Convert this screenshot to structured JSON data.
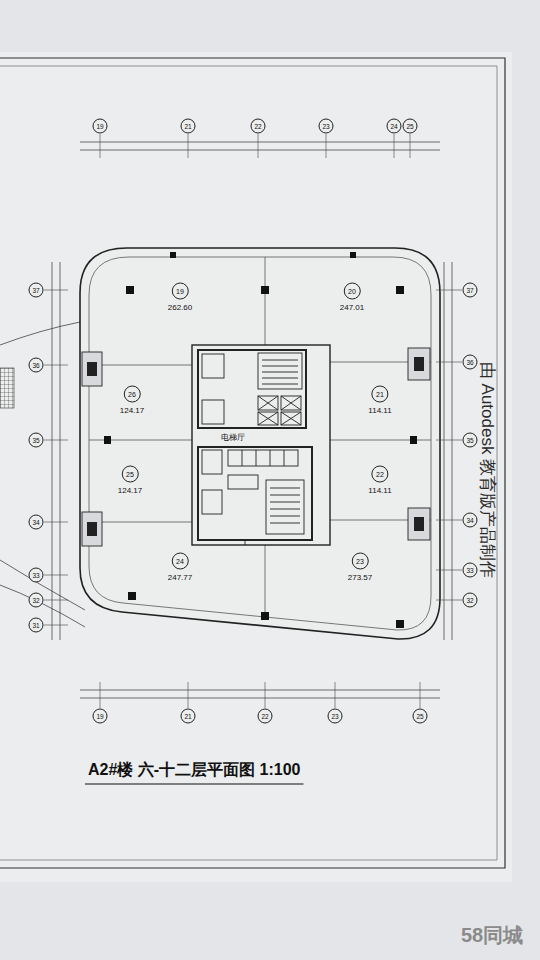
{
  "diagram": {
    "title": "A2#楼 六-十二层平面图 1:100",
    "nodes": [
      {
        "text": [
          "19",
          "262.60"
        ]
      },
      {
        "text": [
          "20",
          "247.01"
        ]
      },
      {
        "text": [
          "26",
          "124.17"
        ]
      },
      {
        "text": [
          "21",
          "114.11"
        ]
      },
      {
        "text": [
          "25",
          "124.17"
        ]
      },
      {
        "text": [
          "22",
          "114.11"
        ]
      },
      {
        "text": [
          "24",
          "247.77"
        ]
      },
      {
        "text": [
          "23",
          "273.57"
        ]
      }
    ],
    "labels": [
      "19",
      "21",
      "22",
      "23",
      "24",
      "25",
      "19",
      "21",
      "22",
      "23",
      "25",
      "37",
      "36",
      "35",
      "34",
      "33",
      "32",
      "31",
      "37",
      "36",
      "35",
      "34",
      "33",
      "32",
      "电梯厅",
      "由 Autodesk 教育版产品制作",
      "58同城"
    ]
  }
}
